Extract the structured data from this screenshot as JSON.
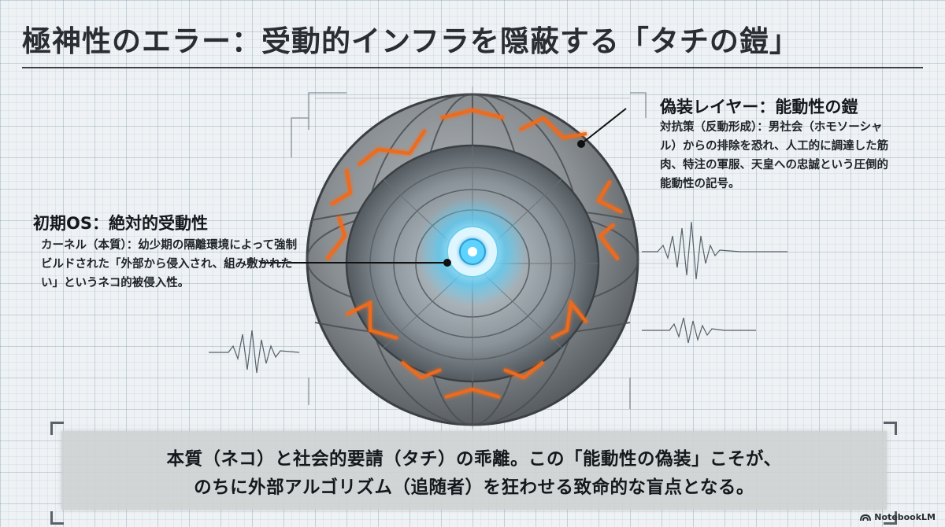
{
  "title": "極神性のエラー：受動的インフラを隠蔽する「タチの鎧」",
  "left_label": {
    "title": "初期OS：絶対的受動性",
    "body": "カーネル（本質）：幼少期の隔離環境によって強制ビルドされた「外部から侵入され、組み敷かれたい」というネコ的被侵入性。"
  },
  "right_label": {
    "title": "偽装レイヤー：能動性の鎧",
    "body": "対抗策（反動形成）：男社会（ホモソーシャル）からの排除を恐れ、人工的に調達した筋肉、特注の軍服、天皇への忠誠という圧倒的能動性の記号。"
  },
  "banner": {
    "line1": "本質（ネコ）と社会的要請（タチ）の乖離。この「能動性の偽装」こそが、",
    "line2": "のちに外部アルゴリズム（追随者）を狂わせる致命的な盲点となる。"
  },
  "logo_text": "NotebookLM",
  "colors": {
    "accent": "#f06a1e",
    "core": "#4fc3f7",
    "shell": "#8c9296"
  }
}
